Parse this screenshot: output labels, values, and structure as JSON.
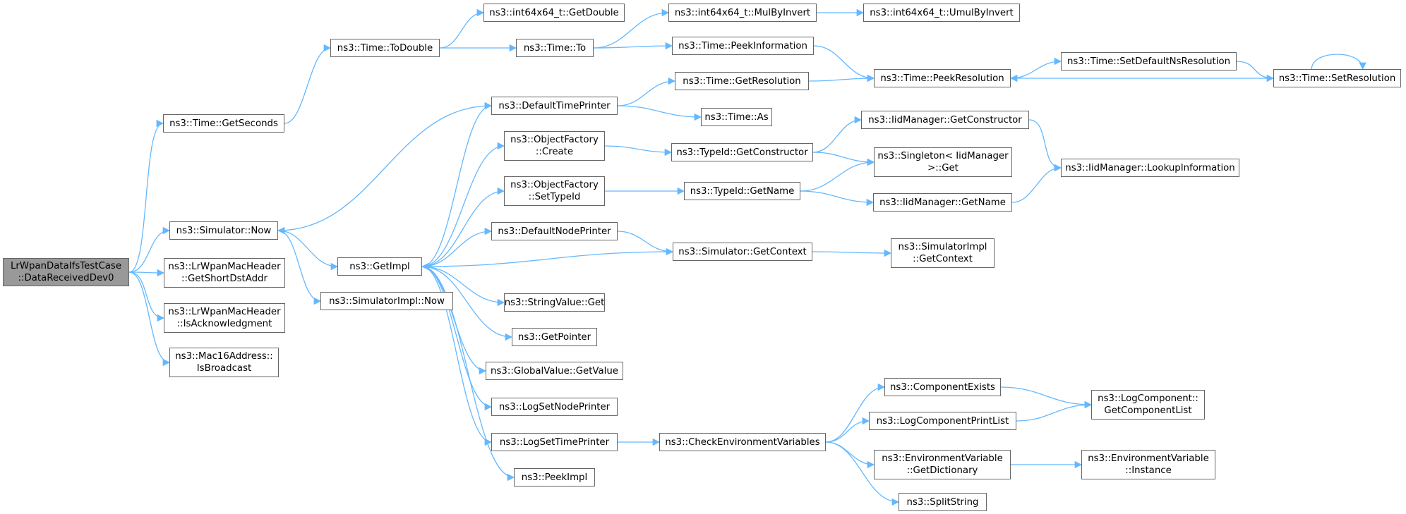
{
  "graph": {
    "edge_color": "#63b8ff",
    "node_border_color": "#666666",
    "root_fill_color": "#999999",
    "nodes": [
      {
        "id": "root",
        "lines": [
          "LrWpanDataIfsTestCase",
          "::DataReceivedDev0"
        ],
        "root": true
      },
      {
        "id": "getseconds",
        "lines": [
          "ns3::Time::GetSeconds"
        ]
      },
      {
        "id": "todouble",
        "lines": [
          "ns3::Time::ToDouble"
        ]
      },
      {
        "id": "getdouble",
        "lines": [
          "ns3::int64x64_t::GetDouble"
        ]
      },
      {
        "id": "to",
        "lines": [
          "ns3::Time::To"
        ]
      },
      {
        "id": "mulbyinvert",
        "lines": [
          "ns3::int64x64_t::MulByInvert"
        ]
      },
      {
        "id": "umulbyinvert",
        "lines": [
          "ns3::int64x64_t::UmulByInvert"
        ]
      },
      {
        "id": "peekinformation",
        "lines": [
          "ns3::Time::PeekInformation"
        ]
      },
      {
        "id": "peekresolution",
        "lines": [
          "ns3::Time::PeekResolution"
        ]
      },
      {
        "id": "setdefaultns",
        "lines": [
          "ns3::Time::SetDefaultNsResolution"
        ]
      },
      {
        "id": "setresolution",
        "lines": [
          "ns3::Time::SetResolution"
        ]
      },
      {
        "id": "getresolution",
        "lines": [
          "ns3::Time::GetResolution"
        ]
      },
      {
        "id": "defaulttimeprinter",
        "lines": [
          "ns3::DefaultTimePrinter"
        ]
      },
      {
        "id": "as",
        "lines": [
          "ns3::Time::As"
        ]
      },
      {
        "id": "ofcreate",
        "lines": [
          "ns3::ObjectFactory",
          "::Create"
        ]
      },
      {
        "id": "typeidgetconstructor",
        "lines": [
          "ns3::TypeId::GetConstructor"
        ]
      },
      {
        "id": "iidgetconstructor",
        "lines": [
          "ns3::IidManager::GetConstructor"
        ]
      },
      {
        "id": "singletonget",
        "lines": [
          "ns3::Singleton< IidManager",
          " >::Get"
        ]
      },
      {
        "id": "lookupinformation",
        "lines": [
          "ns3::IidManager::LookupInformation"
        ]
      },
      {
        "id": "ofsettypeid",
        "lines": [
          "ns3::ObjectFactory",
          "::SetTypeId"
        ]
      },
      {
        "id": "typeidgetname",
        "lines": [
          "ns3::TypeId::GetName"
        ]
      },
      {
        "id": "iidgetname",
        "lines": [
          "ns3::IidManager::GetName"
        ]
      },
      {
        "id": "simnow",
        "lines": [
          "ns3::Simulator::Now"
        ]
      },
      {
        "id": "getimpl",
        "lines": [
          "ns3::GetImpl"
        ]
      },
      {
        "id": "simimplnow",
        "lines": [
          "ns3::SimulatorImpl::Now"
        ]
      },
      {
        "id": "defaultnodeprinter",
        "lines": [
          "ns3::DefaultNodePrinter"
        ]
      },
      {
        "id": "simgetcontext",
        "lines": [
          "ns3::Simulator::GetContext"
        ]
      },
      {
        "id": "simimplgetcontext",
        "lines": [
          "ns3::SimulatorImpl",
          "::GetContext"
        ]
      },
      {
        "id": "getshortdst",
        "lines": [
          "ns3::LrWpanMacHeader",
          "::GetShortDstAddr"
        ]
      },
      {
        "id": "isack",
        "lines": [
          "ns3::LrWpanMacHeader",
          "::IsAcknowledgment"
        ]
      },
      {
        "id": "isbroadcast",
        "lines": [
          "ns3::Mac16Address::",
          "IsBroadcast"
        ]
      },
      {
        "id": "stringvalueget",
        "lines": [
          "ns3::StringValue::Get"
        ]
      },
      {
        "id": "getpointer",
        "lines": [
          "ns3::GetPointer"
        ]
      },
      {
        "id": "globalvaluegetvalue",
        "lines": [
          "ns3::GlobalValue::GetValue"
        ]
      },
      {
        "id": "logsetnodeprinter",
        "lines": [
          "ns3::LogSetNodePrinter"
        ]
      },
      {
        "id": "logsettimeprinter",
        "lines": [
          "ns3::LogSetTimePrinter"
        ]
      },
      {
        "id": "checkenv",
        "lines": [
          "ns3::CheckEnvironmentVariables"
        ]
      },
      {
        "id": "componentexists",
        "lines": [
          "ns3::ComponentExists"
        ]
      },
      {
        "id": "getcomponentlist",
        "lines": [
          "ns3::LogComponent::",
          "GetComponentList"
        ]
      },
      {
        "id": "logcomponentprintlist",
        "lines": [
          "ns3::LogComponentPrintList"
        ]
      },
      {
        "id": "envgetdictionary",
        "lines": [
          "ns3::EnvironmentVariable",
          "::GetDictionary"
        ]
      },
      {
        "id": "envinstance",
        "lines": [
          "ns3::EnvironmentVariable",
          "::Instance"
        ]
      },
      {
        "id": "splitstring",
        "lines": [
          "ns3::SplitString"
        ]
      },
      {
        "id": "peekimpl",
        "lines": [
          "ns3::PeekImpl"
        ]
      }
    ],
    "edges": [
      [
        "root",
        "getseconds"
      ],
      [
        "root",
        "simnow"
      ],
      [
        "root",
        "getshortdst"
      ],
      [
        "root",
        "isack"
      ],
      [
        "root",
        "isbroadcast"
      ],
      [
        "getseconds",
        "todouble"
      ],
      [
        "todouble",
        "getdouble"
      ],
      [
        "todouble",
        "to"
      ],
      [
        "to",
        "mulbyinvert"
      ],
      [
        "to",
        "peekinformation"
      ],
      [
        "mulbyinvert",
        "umulbyinvert"
      ],
      [
        "peekinformation",
        "peekresolution"
      ],
      [
        "getresolution",
        "peekresolution"
      ],
      [
        "peekresolution",
        "setdefaultns"
      ],
      [
        "setdefaultns",
        "setresolution"
      ],
      [
        "setresolution",
        "peekresolution"
      ],
      [
        "setresolution",
        "setresolution"
      ],
      [
        "defaulttimeprinter",
        "getresolution"
      ],
      [
        "defaulttimeprinter",
        "as"
      ],
      [
        "defaulttimeprinter",
        "simnow"
      ],
      [
        "ofcreate",
        "typeidgetconstructor"
      ],
      [
        "typeidgetconstructor",
        "iidgetconstructor"
      ],
      [
        "typeidgetconstructor",
        "singletonget"
      ],
      [
        "iidgetconstructor",
        "lookupinformation"
      ],
      [
        "ofsettypeid",
        "typeidgetname"
      ],
      [
        "typeidgetname",
        "singletonget"
      ],
      [
        "typeidgetname",
        "iidgetname"
      ],
      [
        "iidgetname",
        "lookupinformation"
      ],
      [
        "simnow",
        "getimpl"
      ],
      [
        "simnow",
        "simimplnow"
      ],
      [
        "getimpl",
        "defaulttimeprinter"
      ],
      [
        "getimpl",
        "ofcreate"
      ],
      [
        "getimpl",
        "ofsettypeid"
      ],
      [
        "getimpl",
        "defaultnodeprinter"
      ],
      [
        "getimpl",
        "stringvalueget"
      ],
      [
        "getimpl",
        "getpointer"
      ],
      [
        "getimpl",
        "globalvaluegetvalue"
      ],
      [
        "getimpl",
        "logsetnodeprinter"
      ],
      [
        "getimpl",
        "logsettimeprinter"
      ],
      [
        "getimpl",
        "peekimpl"
      ],
      [
        "defaultnodeprinter",
        "simgetcontext"
      ],
      [
        "simgetcontext",
        "getimpl"
      ],
      [
        "simgetcontext",
        "simimplgetcontext"
      ],
      [
        "logsettimeprinter",
        "checkenv"
      ],
      [
        "checkenv",
        "componentexists"
      ],
      [
        "checkenv",
        "logcomponentprintlist"
      ],
      [
        "checkenv",
        "envgetdictionary"
      ],
      [
        "checkenv",
        "splitstring"
      ],
      [
        "componentexists",
        "getcomponentlist"
      ],
      [
        "logcomponentprintlist",
        "getcomponentlist"
      ],
      [
        "envgetdictionary",
        "envinstance"
      ]
    ]
  }
}
